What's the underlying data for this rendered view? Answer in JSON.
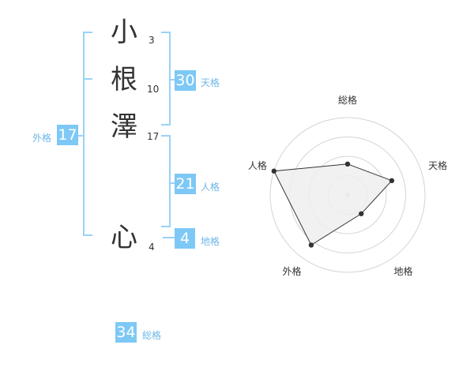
{
  "name": [
    {
      "char": "小",
      "strokes": "3"
    },
    {
      "char": "根",
      "strokes": "10"
    },
    {
      "char": "澤",
      "strokes": "17"
    },
    {
      "char": "心",
      "strokes": "4"
    }
  ],
  "fortunes": {
    "tenkaku": {
      "value": "30",
      "label": "天格"
    },
    "jinkaku": {
      "value": "21",
      "label": "人格"
    },
    "chikaku": {
      "value": "4",
      "label": "地格"
    },
    "gaikaku": {
      "value": "17",
      "label": "外格"
    },
    "soukaku": {
      "value": "34",
      "label": "総格"
    }
  },
  "chart_data": {
    "type": "radar",
    "axes": [
      "総格",
      "天格",
      "地格",
      "外格",
      "人格"
    ],
    "values": [
      0.4,
      0.6,
      0.3,
      0.8,
      1.0
    ]
  }
}
